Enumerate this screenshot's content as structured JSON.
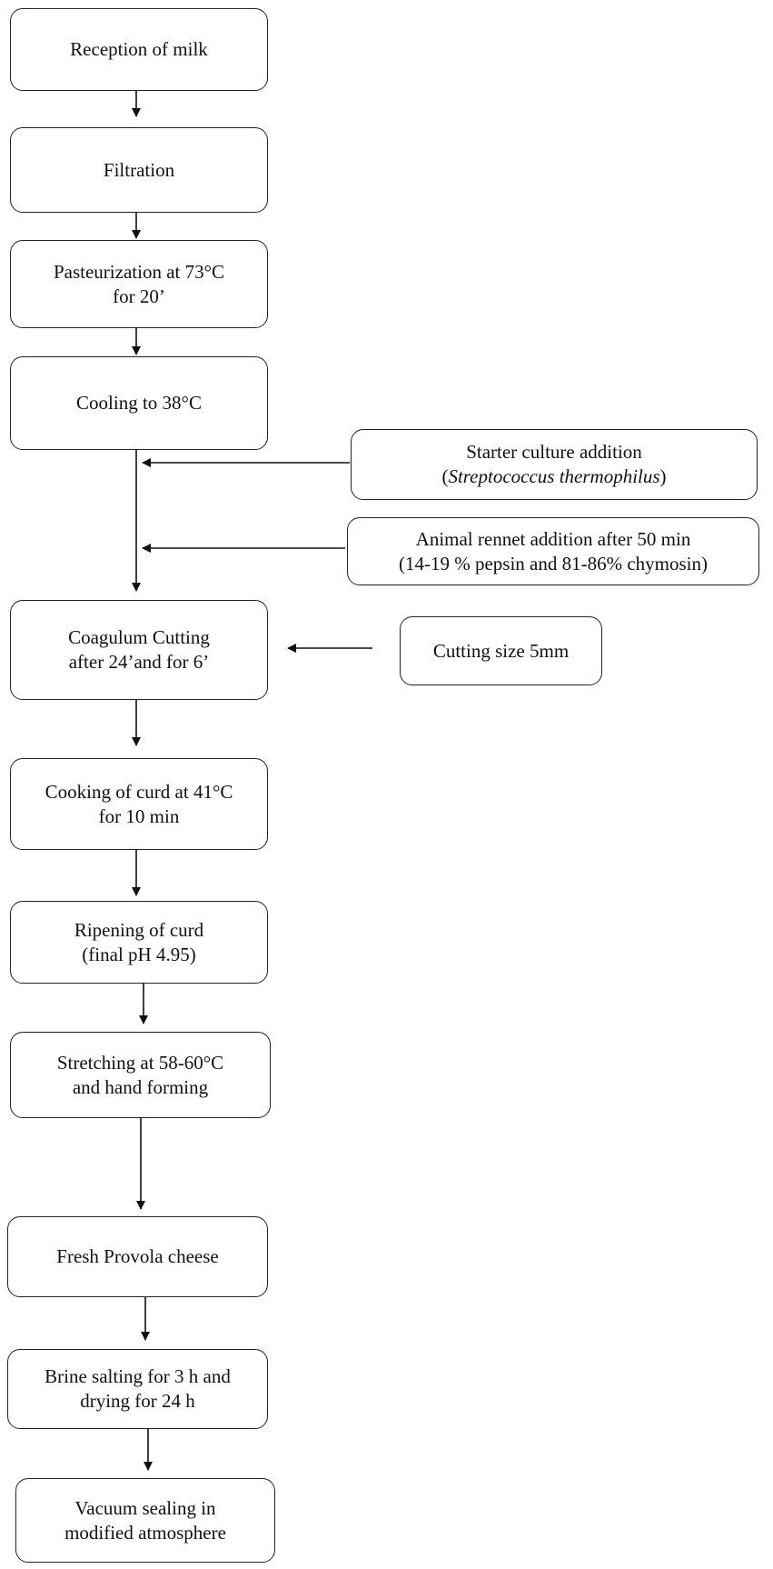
{
  "steps": {
    "reception": [
      "Reception  of milk"
    ],
    "filtration": [
      "Filtration"
    ],
    "pasteurization": [
      "Pasteurization  at  73°C",
      "for  20’"
    ],
    "cooling": [
      "Cooling  to 38°C"
    ],
    "coagulum": [
      "Coagulum  Cutting",
      "after 24’and  for  6’"
    ],
    "cooking": [
      "Cooking  of  curd  at  41°C",
      "for  10 min"
    ],
    "ripening": [
      "Ripening  of  curd",
      "(final  pH 4.95)"
    ],
    "stretching": [
      "Stretching  at  58-60°C",
      "and hand forming"
    ],
    "fresh": [
      "Fresh Provola cheese"
    ],
    "brine": [
      "Brine  salting  for  3 h and",
      "drying  for  24 h"
    ],
    "vacuum": [
      "Vacuum  sealing  in",
      "modified  atmosphere"
    ]
  },
  "inputs": {
    "starter": {
      "line1": "Starter  culture  addition",
      "open": "(",
      "organism": "Streptococcus  thermophilus",
      "close": ")"
    },
    "rennet": [
      "Animal  rennet  addition  after 50 min",
      "(14-19 % pepsin  and  81-86% chymosin)"
    ],
    "cutting": [
      "Cutting  size  5mm"
    ]
  }
}
